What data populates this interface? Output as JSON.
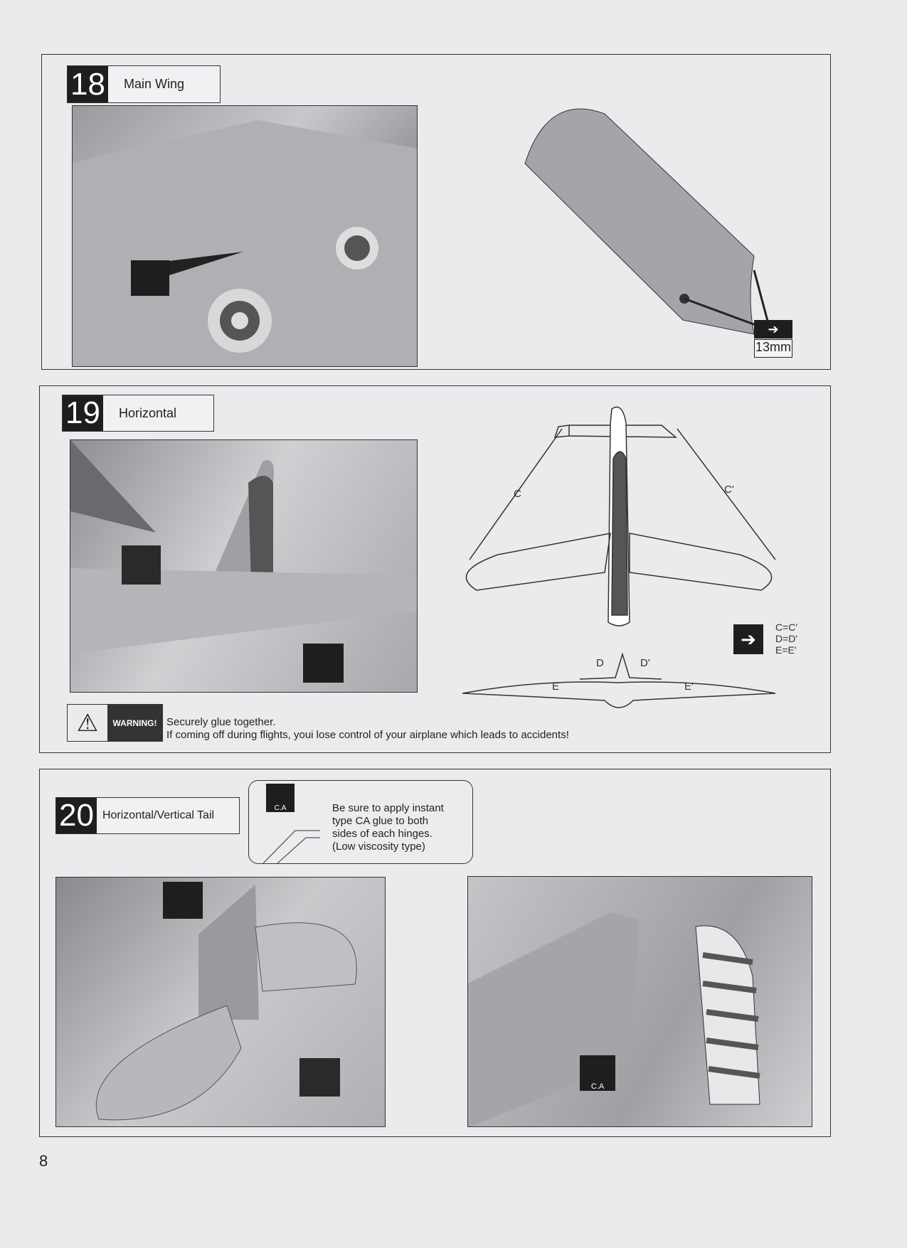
{
  "steps": [
    {
      "number": "18",
      "title": "Main Wing",
      "measure": "13mm"
    },
    {
      "number": "19",
      "title": "Horizontal",
      "diagram": {
        "c": "C",
        "c2": "C'",
        "d": "D",
        "d2": "D'",
        "e": "E",
        "e2": "E'",
        "legend": [
          "C=C'",
          "D=D'",
          "E=E'"
        ]
      },
      "warning": {
        "badge": "WARNING!",
        "line1": "Securely glue together.",
        "line2": "If coming off during flights, youi lose control of your airplane which leads  to accidents!"
      }
    },
    {
      "number": "20",
      "title": "Horizontal/Vertical Tail",
      "callout": {
        "icon_label": "C.A",
        "lines": [
          "Be sure to apply instant",
          "type CA glue to  both",
          "sides of each hinges.",
          "(Low viscosity type)"
        ]
      },
      "icon_label": "C.A"
    }
  ],
  "page_number": "8"
}
